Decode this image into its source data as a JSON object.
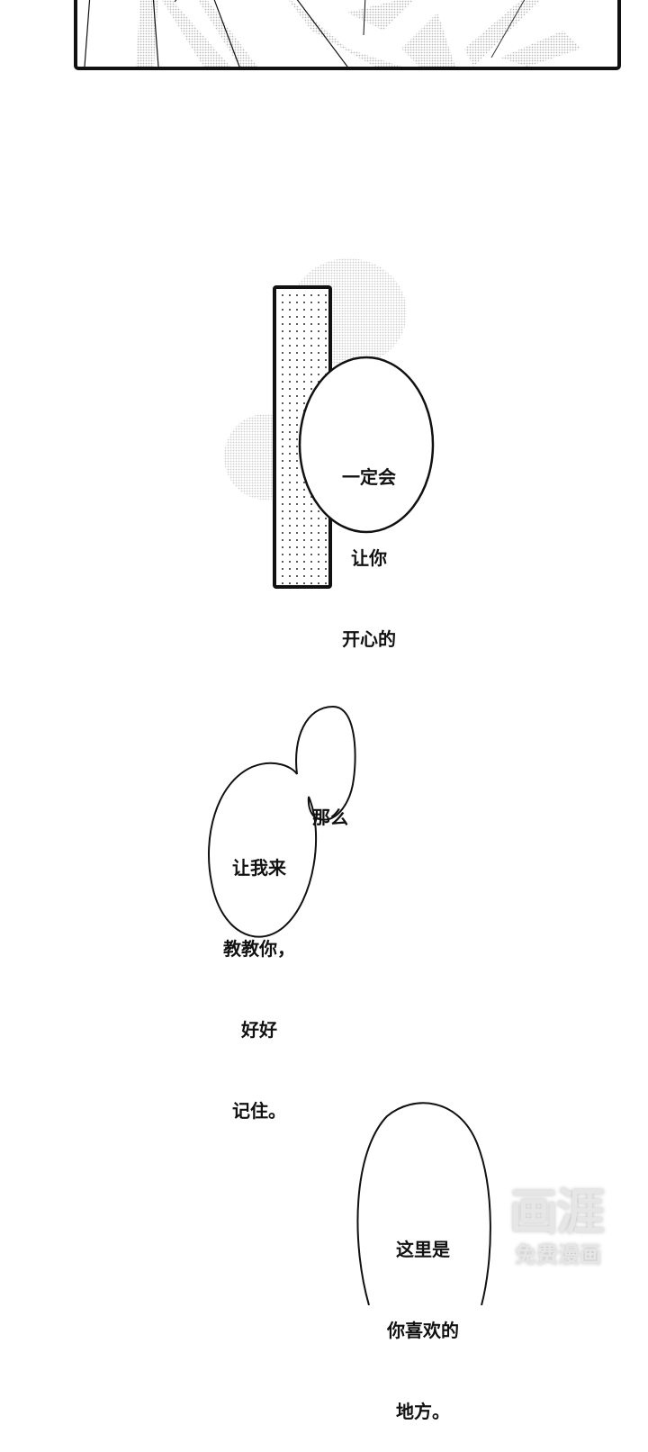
{
  "page": {
    "background": "#ffffff",
    "ink_color": "#111111"
  },
  "panels": {
    "top_panel": {
      "description": "bottom edge of manga panel with screentone leaves"
    },
    "dot_bar": {
      "description": "vertical rectangle with dot screentone"
    }
  },
  "bubbles": [
    {
      "lines": [
        "一定会",
        "让你",
        "开心的"
      ]
    },
    {
      "lines": [
        "那么"
      ]
    },
    {
      "lines": [
        "让我来",
        "教教你，",
        "好好",
        "记住。"
      ]
    },
    {
      "lines": [
        "这里是",
        "你喜欢的",
        "地方。"
      ]
    }
  ],
  "watermark": {
    "logo": "画涯",
    "tagline": "免费漫画"
  }
}
